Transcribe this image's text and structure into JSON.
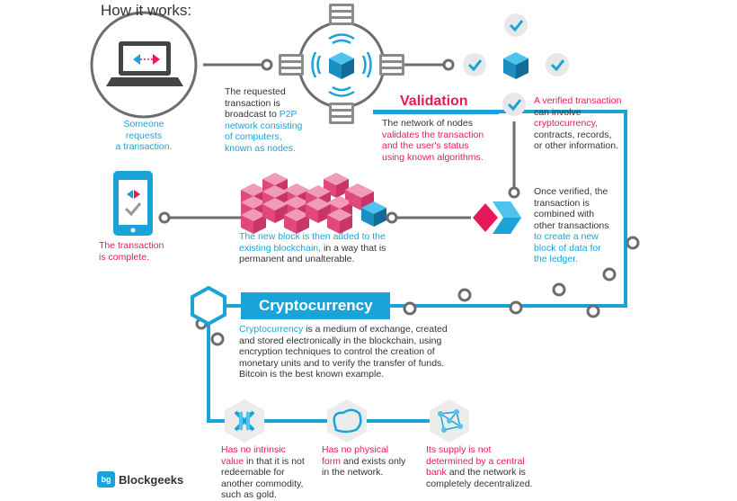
{
  "header": {
    "title": "How it works:"
  },
  "steps": {
    "request": {
      "line1": "Someone requests",
      "line2": "a transaction."
    },
    "broadcast": {
      "pre": "The requested\ntransaction is\nbroadcast to ",
      "hl": "P2P\nnetwork consisting\nof computers,\nknown as nodes."
    },
    "validation": {
      "label": "Validation",
      "pre": "The network of nodes\n",
      "hl": "validates the transaction\nand the user's status\nusing known algorithms."
    },
    "verified": {
      "hl1": "A verified transaction",
      "mid1": "\ncan involve\n",
      "hl2": "cryptocurrency,",
      "mid2": "\ncontracts, records,\nor other information."
    },
    "combined": {
      "pre": "Once verified, the\ntransaction is\ncombined with\nother transactions\n",
      "hl": "to create a new\nblock of data for\nthe ledger."
    },
    "added": {
      "hl": "The new block is then added to the\nexisting blockchain,",
      "post": " in a way that is\npermanent and unalterable."
    },
    "complete": {
      "text": "The transaction\nis complete."
    }
  },
  "crypto": {
    "label": "Cryptocurrency",
    "hl": "Cryptocurrency",
    "body": " is a medium of exchange, created\nand stored electronically in the blockchain, using\nencryption techniques to control the creation of\nmonetary units and to verify the transfer of funds.\nBitcoin is the best known example."
  },
  "features": [
    {
      "icon": "no-value-icon",
      "hl": "Has no intrinsic\nvalue",
      "post": " in that it is not\nredeemable for\nanother commodity,\nsuch as gold."
    },
    {
      "icon": "no-physical-form-icon",
      "hl": "Has no physical\nform",
      "post": " and exists only\nin the network."
    },
    {
      "icon": "decentralized-network-icon",
      "hl": "Its supply is not\ndetermined by a central\nbank",
      "post": " and the network is\ncompletely decentralized."
    }
  ],
  "brand": {
    "name": "Blockgeeks",
    "mark": "bg"
  },
  "colors": {
    "blue": "#1aa3d9",
    "pink": "#e8195a",
    "gray": "#6d6d6d",
    "text": "#333333",
    "cube_pink": "#e04a7a"
  }
}
